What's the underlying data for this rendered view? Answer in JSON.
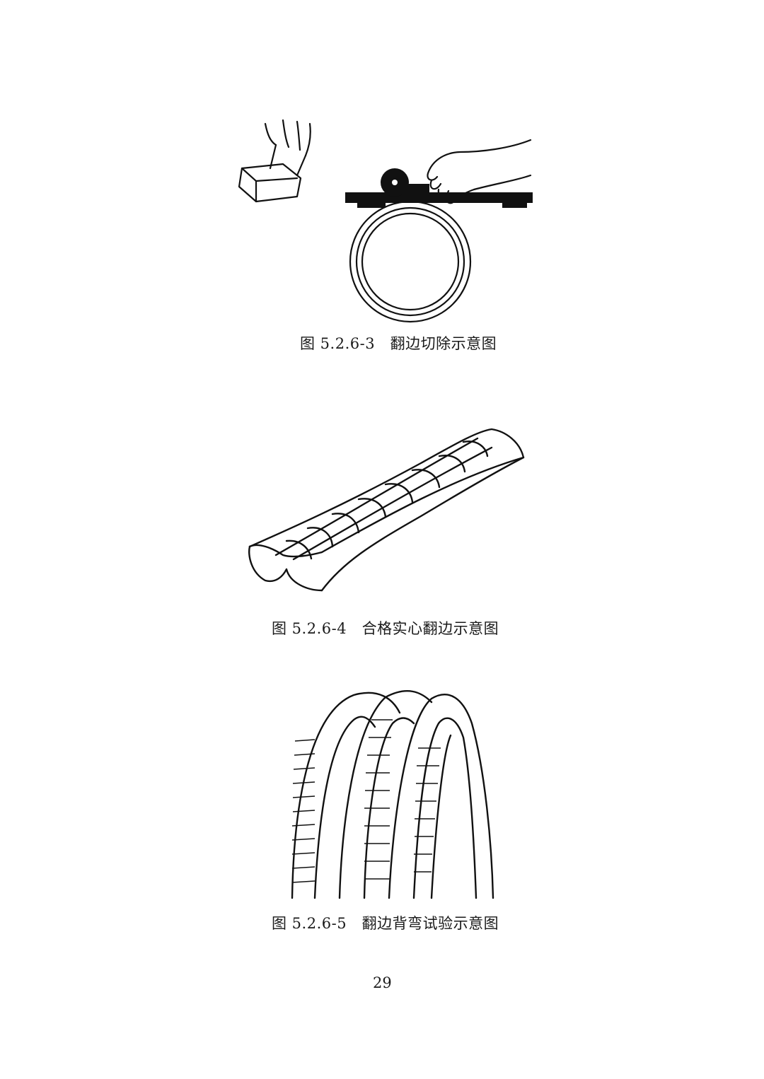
{
  "figures": [
    {
      "caption": "图 5.2.6-3　翻边切除示意图",
      "illustration": "hammer-hand-cutter-ring"
    },
    {
      "caption": "图 5.2.6-4　合格实心翻边示意图",
      "illustration": "solid-bead-strip"
    },
    {
      "caption": "图 5.2.6-5　翻边背弯试验示意图",
      "illustration": "bent-bead-arch"
    }
  ],
  "page_number": "29"
}
